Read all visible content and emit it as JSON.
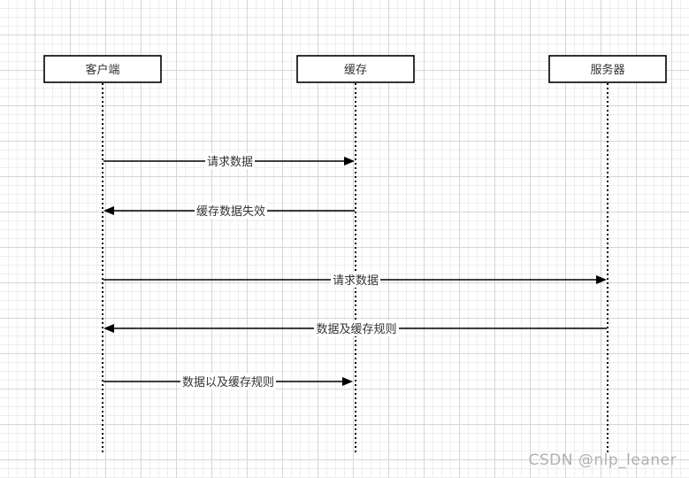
{
  "participants": [
    {
      "id": "client",
      "label": "客户端"
    },
    {
      "id": "cache",
      "label": "缓存"
    },
    {
      "id": "server",
      "label": "服务器"
    }
  ],
  "messages": [
    {
      "from": "client",
      "to": "cache",
      "label": "请求数据"
    },
    {
      "from": "cache",
      "to": "client",
      "label": "缓存数据失效"
    },
    {
      "from": "client",
      "to": "server",
      "label": "请求数据"
    },
    {
      "from": "server",
      "to": "client",
      "label": "数据及缓存规则"
    },
    {
      "from": "client",
      "to": "cache",
      "label": "数据以及缓存规则"
    }
  ],
  "watermark": "CSDN @nlp_leaner"
}
